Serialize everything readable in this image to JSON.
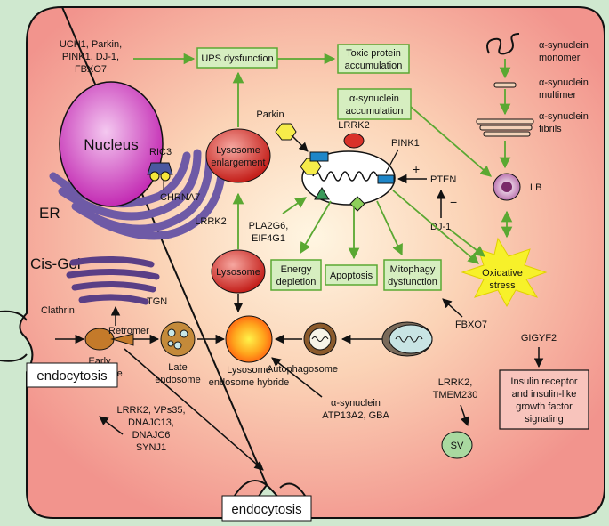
{
  "genes_ups": [
    "UCH1, Parkin,",
    "PINK1, DJ-1,",
    "FBXO7"
  ],
  "ups_dysfunction": "UPS dysfunction",
  "toxic_protein": [
    "Toxic protein",
    "accumulation"
  ],
  "asyn_accumulation": [
    "α-synuclein",
    "accumulation"
  ],
  "asyn_monomer": [
    "α-synuclein",
    "monomer"
  ],
  "asyn_multimer": [
    "α-synuclein",
    "multimer"
  ],
  "asyn_fibrils": [
    "α-synuclein",
    "fibrils"
  ],
  "lb": "LB",
  "nucleus": "Nucleus",
  "ric3": "RIC3",
  "chrna7": "CHRNA7",
  "er": "ER",
  "lysosome_enlargement": [
    "Lysosome",
    "enlargement"
  ],
  "parkin": "Parkin",
  "lrrk2_top": "LRRK2",
  "pink1": "PINK1",
  "plus": "+",
  "minus": "−",
  "pten": "PTEN",
  "dj1": "DJ-1",
  "lrrk2_left": "LRRK2",
  "pla2g6": [
    "PLA2G6,",
    "EIF4G1"
  ],
  "lysosome": "Lysosome",
  "energy_depletion": [
    "Energy",
    "depletion"
  ],
  "apoptosis": "Apoptosis",
  "mitophagy": [
    "Mitophagy",
    "dysfunction"
  ],
  "oxidative_stress": [
    "Oxidative",
    "stress"
  ],
  "cis_golgi": "Cis-Gol",
  "tgn": "TGN",
  "clathrin": "Clathrin",
  "retromer": "Retromer",
  "early_endosome": [
    "Early",
    "endosome"
  ],
  "late_endosome": [
    "Late",
    "endosome"
  ],
  "hybrid": [
    "Lysosome",
    "endosome hybride"
  ],
  "autophagosome": "Autophagosome",
  "fbxo7": "FBXO7",
  "gigyf2": "GIGYF2",
  "insulin": [
    "Insulin receptor",
    "and insulin-like",
    "growth factor",
    "signaling"
  ],
  "asyn_atp": [
    "α-synuclein",
    "ATP13A2, GBA"
  ],
  "lrrk2_tmem": [
    "LRRK2,",
    "TMEM230"
  ],
  "sv": "SV",
  "endocytosis_left": "endocytosis",
  "endocytosis_bottom": "endocytosis",
  "vps_genes": [
    "LRRK2, VPs35,",
    "DNAJC13,",
    "DNAJC6",
    "SYNJ1"
  ],
  "colors": {
    "arrow_green": "#5aa832",
    "box_green": "#d6eec0",
    "cell_pink": "#f4a19a",
    "lysosome_red": "#d9322a",
    "oxidative_yellow": "#f7f12a",
    "er_purple": "#6e5aa6"
  }
}
